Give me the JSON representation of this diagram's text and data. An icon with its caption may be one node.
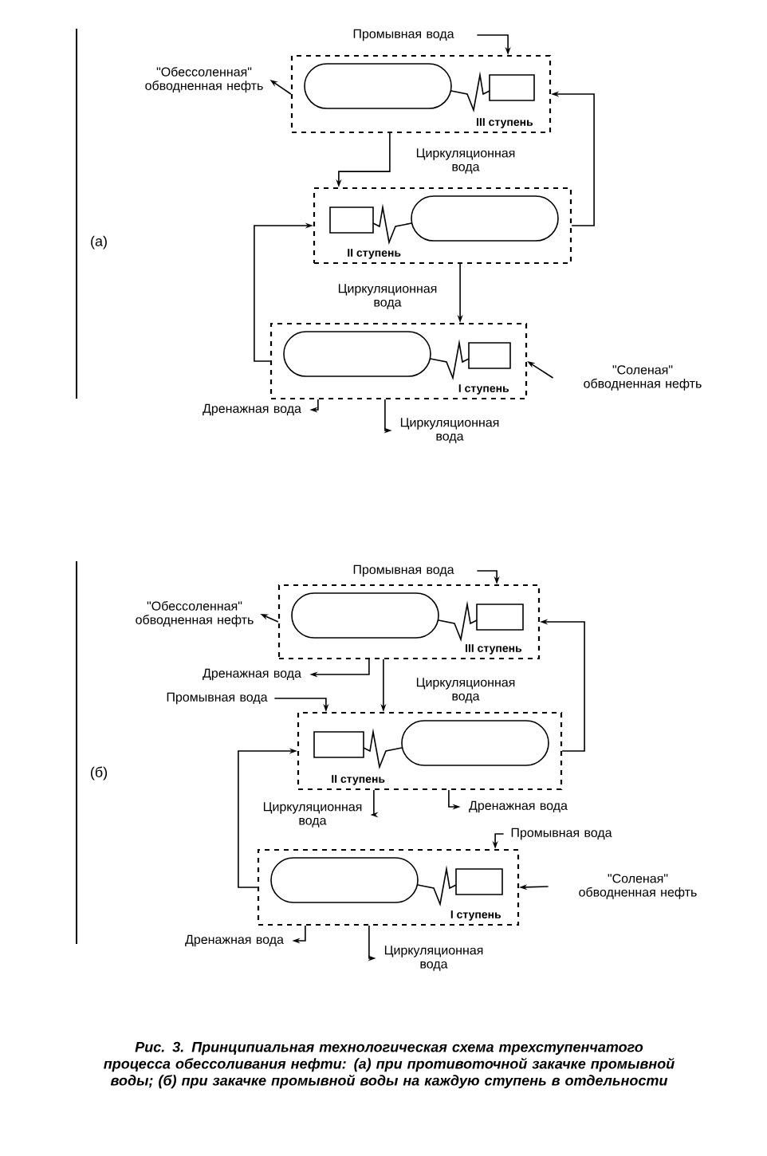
{
  "diagram": {
    "caption": "Рис. 3. Принципиальная технологическая схема трехступенчатого процесса обессоливания нефти: (а) при противоточной закачке промывной воды; (б) при закачке промывной воды на каждую ступень в отдельности",
    "nodes": [
      {
        "text": [
          "Промывная вода"
        ]
      },
      {
        "text": [
          "\"Обессоленная\" обводненная нефть"
        ]
      },
      {
        "text": [
          "III ступень"
        ]
      },
      {
        "text": [
          "II ступень"
        ]
      },
      {
        "text": [
          "I ступень"
        ]
      },
      {
        "text": [
          "\"Соленая\" обводненная нефть"
        ]
      },
      {
        "text": [
          "Дренажная вода"
        ]
      },
      {
        "text": [
          "Циркуляционная вода"
        ]
      },
      {
        "text": [
          "Промывная вода"
        ]
      },
      {
        "text": [
          "\"Обессоленная\" обводненная нефть"
        ]
      },
      {
        "text": [
          "III ступень"
        ]
      },
      {
        "text": [
          "Дренажная вода"
        ]
      },
      {
        "text": [
          "Промывная вода"
        ]
      },
      {
        "text": [
          "II ступень"
        ]
      },
      {
        "text": [
          "Циркуляционная вода"
        ]
      },
      {
        "text": [
          "Дренажная вода"
        ]
      },
      {
        "text": [
          "Промывная вода"
        ]
      },
      {
        "text": [
          "I ступень"
        ]
      },
      {
        "text": [
          "\"Соленая\" обводненная нефть"
        ]
      },
      {
        "text": [
          "Дренажная вода"
        ]
      },
      {
        "text": [
          "Циркуляционная вода"
        ]
      }
    ],
    "edges": [
      {
        "from": 0,
        "to": 2,
        "arrow": "to"
      },
      {
        "from": 2,
        "to": 1,
        "arrow": "to"
      },
      {
        "from": 2,
        "to": 3,
        "arrow": "to",
        "label": "Циркуляционная вода"
      },
      {
        "from": 3,
        "to": 2,
        "arrow": "to"
      },
      {
        "from": 4,
        "to": 3,
        "arrow": "to"
      },
      {
        "from": 3,
        "to": 4,
        "arrow": "to",
        "label": "Циркуляционная вода"
      },
      {
        "from": 5,
        "to": 4,
        "arrow": "to"
      },
      {
        "from": 4,
        "to": 6,
        "arrow": "to"
      },
      {
        "from": 4,
        "to": 7,
        "arrow": "to"
      },
      {
        "from": 8,
        "to": 10,
        "arrow": "to"
      },
      {
        "from": 10,
        "to": 9,
        "arrow": "to"
      },
      {
        "from": 10,
        "to": 11,
        "arrow": "to"
      },
      {
        "from": 10,
        "to": 13,
        "arrow": "to",
        "label": "Циркуляционная вода"
      },
      {
        "from": 12,
        "to": 13,
        "arrow": "to"
      },
      {
        "from": 13,
        "to": 10,
        "arrow": "to"
      },
      {
        "from": 13,
        "to": 14,
        "arrow": "to"
      },
      {
        "from": 13,
        "to": 15,
        "arrow": "to"
      },
      {
        "from": 16,
        "to": 17,
        "arrow": "to"
      },
      {
        "from": 18,
        "to": 17,
        "arrow": "to"
      },
      {
        "from": 17,
        "to": 13,
        "arrow": "to"
      },
      {
        "from": 17,
        "to": 19,
        "arrow": "to"
      },
      {
        "from": 17,
        "to": 20,
        "arrow": "to"
      }
    ],
    "labels": [
      "(а)",
      "(б)"
    ]
  }
}
